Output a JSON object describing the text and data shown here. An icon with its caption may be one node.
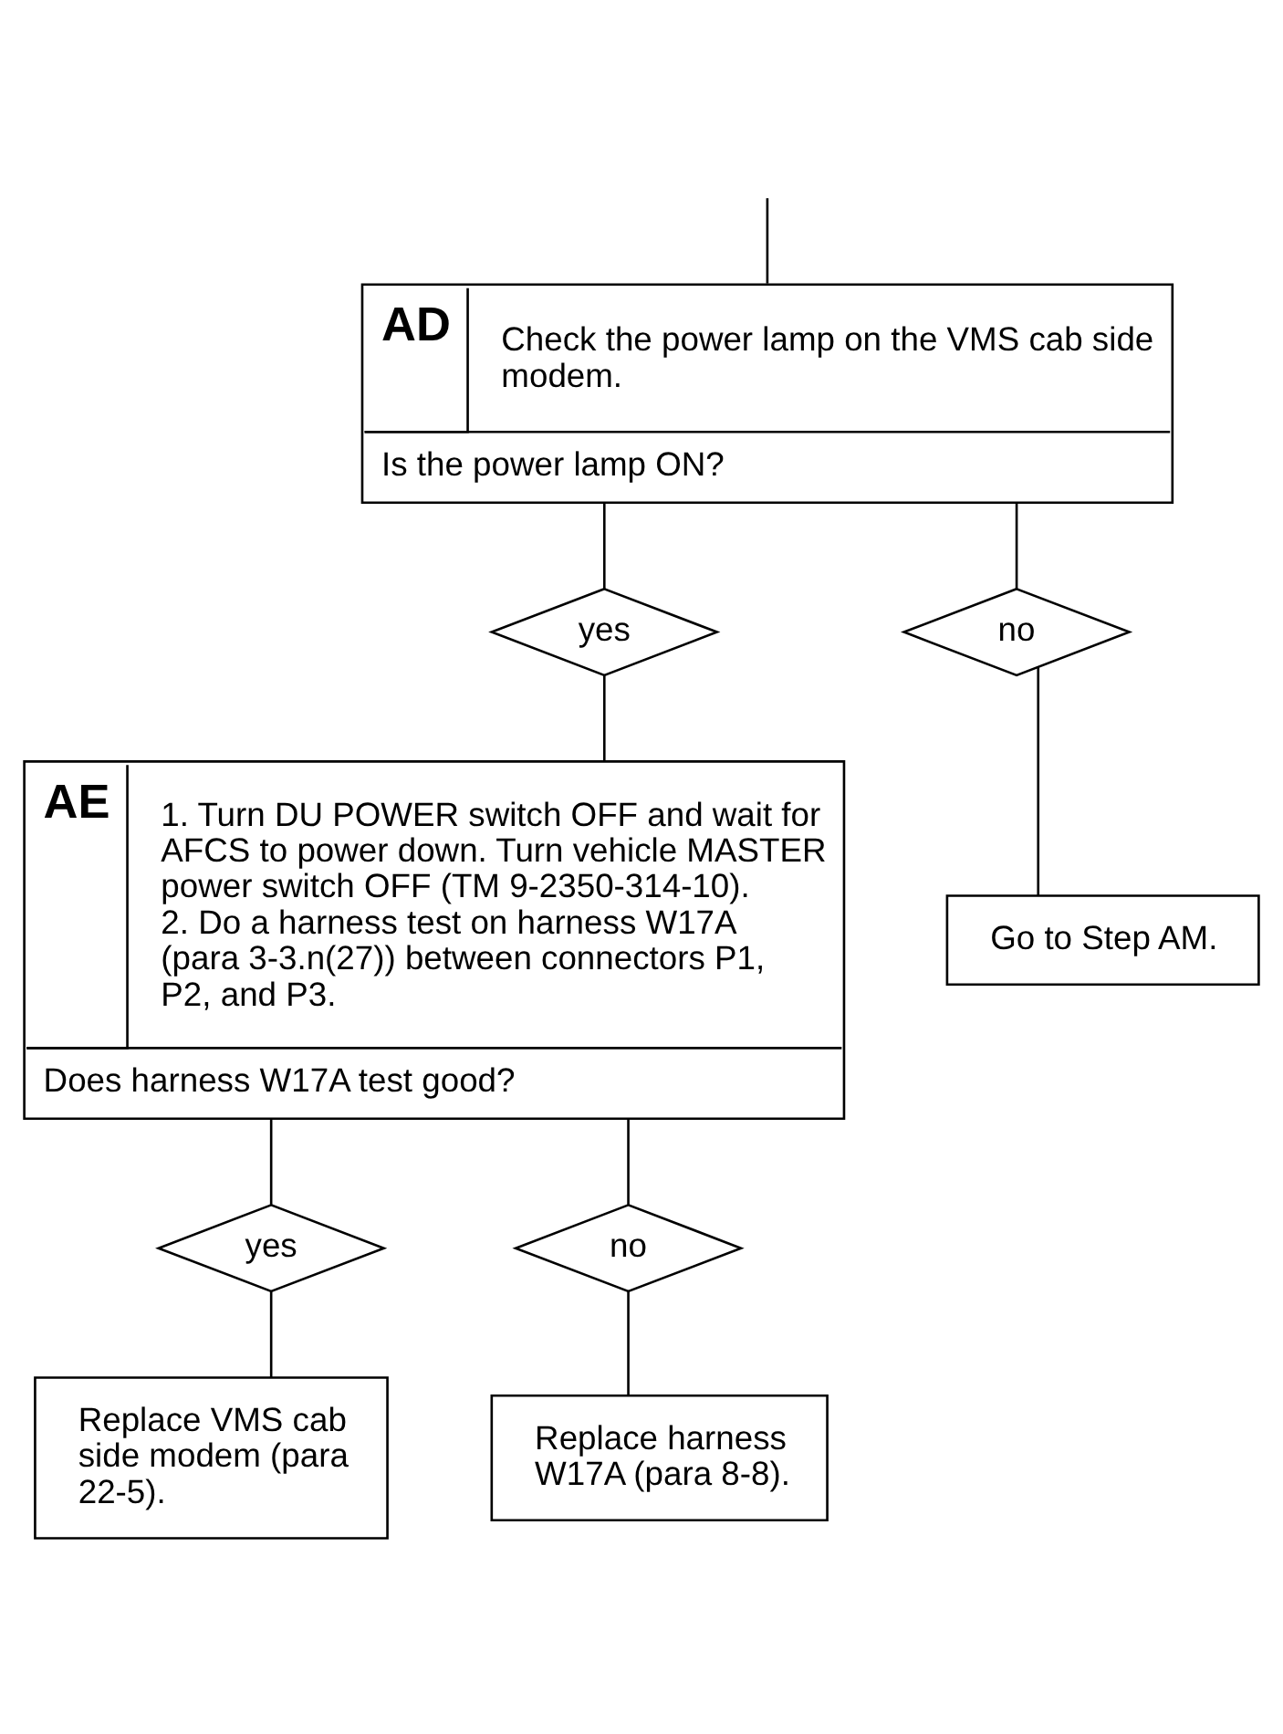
{
  "diagram": {
    "nodes": [
      {
        "text": [
          "AD",
          "Check the power lamp on the VMS cab side modem.",
          "Is the power lamp ON?"
        ]
      },
      {
        "text": [
          "yes"
        ]
      },
      {
        "text": [
          "no"
        ]
      },
      {
        "text": [
          "Go to Step AM."
        ]
      },
      {
        "text": [
          "AE",
          "1. Turn DU POWER switch OFF and wait for AFCS to power down. Turn vehicle MASTER power switch OFF (TM 9-2350-314-10).",
          "2. Do a harness test on harness W17A (para 3-3.n(27)) between connectors P1, P2, and P3.",
          "Does harness W17A test good?"
        ]
      },
      {
        "text": [
          "yes"
        ]
      },
      {
        "text": [
          "no"
        ]
      },
      {
        "text": [
          "Replace VMS cab side modem (para 22-5)."
        ]
      },
      {
        "text": [
          "Replace harness W17A (para 8-8)."
        ]
      }
    ],
    "edges": [
      {
        "from": null,
        "to": 0,
        "arrow": "none"
      },
      {
        "from": 0,
        "to": 1,
        "arrow": "none"
      },
      {
        "from": 0,
        "to": 2,
        "arrow": "none"
      },
      {
        "from": 2,
        "to": 3,
        "arrow": "none"
      },
      {
        "from": 1,
        "to": 4,
        "arrow": "none"
      },
      {
        "from": 4,
        "to": 5,
        "arrow": "none"
      },
      {
        "from": 4,
        "to": 6,
        "arrow": "none"
      },
      {
        "from": 5,
        "to": 7,
        "arrow": "none"
      },
      {
        "from": 6,
        "to": 8,
        "arrow": "none"
      }
    ]
  }
}
